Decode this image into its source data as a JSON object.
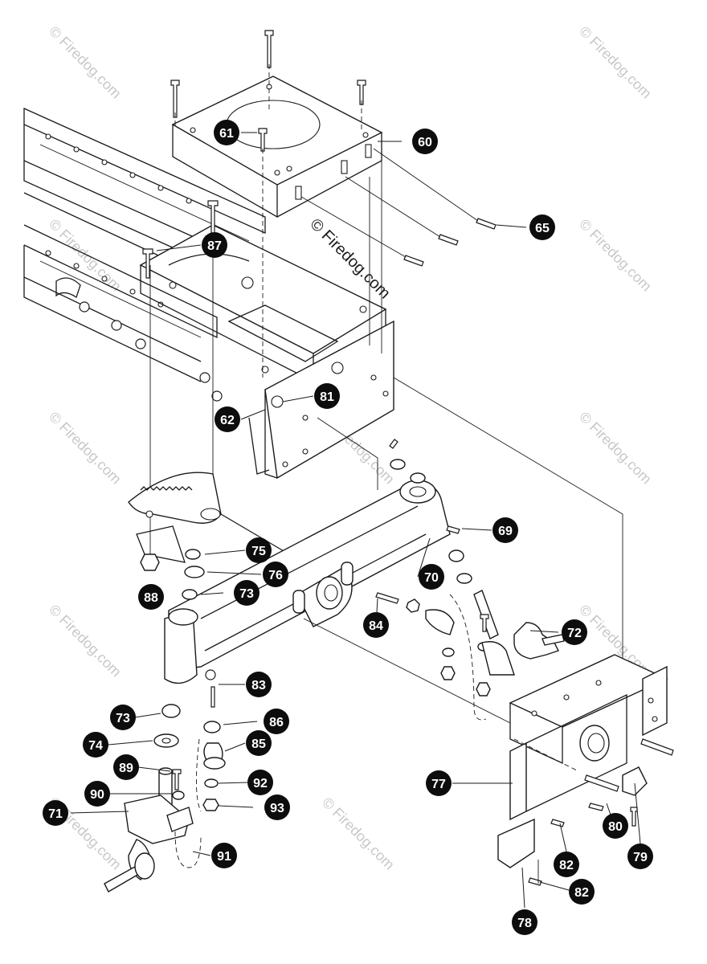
{
  "watermark": {
    "text": "© Firedog.com",
    "center_text": "© Firedog.com"
  },
  "callouts": [
    {
      "id": "c60",
      "number": "60"
    },
    {
      "id": "c61",
      "number": "61"
    },
    {
      "id": "c65",
      "number": "65"
    },
    {
      "id": "c87",
      "number": "87"
    },
    {
      "id": "c81",
      "number": "81"
    },
    {
      "id": "c62",
      "number": "62"
    },
    {
      "id": "c69",
      "number": "69"
    },
    {
      "id": "c75",
      "number": "75"
    },
    {
      "id": "c76",
      "number": "76"
    },
    {
      "id": "c70",
      "number": "70"
    },
    {
      "id": "c88",
      "number": "88"
    },
    {
      "id": "c73a",
      "number": "73"
    },
    {
      "id": "c84",
      "number": "84"
    },
    {
      "id": "c72",
      "number": "72"
    },
    {
      "id": "c83",
      "number": "83"
    },
    {
      "id": "c73b",
      "number": "73"
    },
    {
      "id": "c86",
      "number": "86"
    },
    {
      "id": "c74",
      "number": "74"
    },
    {
      "id": "c85",
      "number": "85"
    },
    {
      "id": "c89",
      "number": "89"
    },
    {
      "id": "c92",
      "number": "92"
    },
    {
      "id": "c90",
      "number": "90"
    },
    {
      "id": "c93",
      "number": "93"
    },
    {
      "id": "c71",
      "number": "71"
    },
    {
      "id": "c77",
      "number": "77"
    },
    {
      "id": "c80",
      "number": "80"
    },
    {
      "id": "c79",
      "number": "79"
    },
    {
      "id": "c91",
      "number": "91"
    },
    {
      "id": "c82a",
      "number": "82"
    },
    {
      "id": "c82b",
      "number": "82"
    },
    {
      "id": "c78",
      "number": "78"
    }
  ]
}
